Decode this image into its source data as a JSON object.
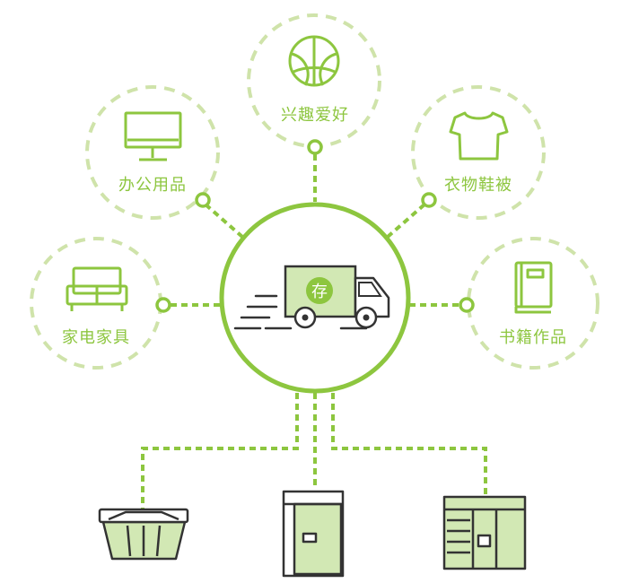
{
  "center": {
    "truck_label": "存"
  },
  "categories": [
    {
      "id": "appliances",
      "label": "家电家具",
      "icon": "sofa-icon"
    },
    {
      "id": "office",
      "label": "办公用品",
      "icon": "monitor-icon"
    },
    {
      "id": "hobbies",
      "label": "兴趣爱好",
      "icon": "basketball-icon"
    },
    {
      "id": "clothing",
      "label": "衣物鞋被",
      "icon": "tshirt-icon"
    },
    {
      "id": "books",
      "label": "书籍作品",
      "icon": "book-icon"
    }
  ],
  "storage_types": [
    {
      "id": "basket",
      "icon": "basket-icon"
    },
    {
      "id": "cabinet",
      "icon": "cabinet-icon"
    },
    {
      "id": "locker",
      "icon": "locker-icon"
    }
  ],
  "colors": {
    "primary": "#8dc63f",
    "light": "#cfe3aa",
    "fill": "#d2e8b4",
    "dark": "#333333"
  }
}
